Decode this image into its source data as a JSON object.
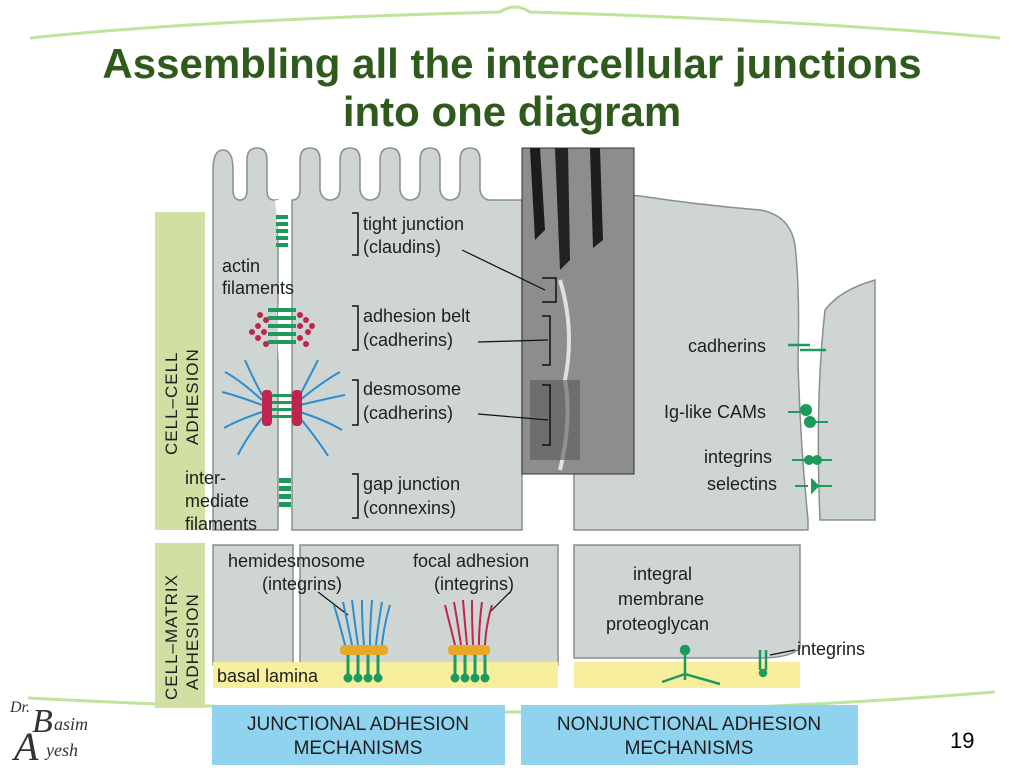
{
  "slide": {
    "title_line1": "Assembling all the intercellular junctions",
    "title_line2": "into one diagram",
    "number": "19"
  },
  "side_labels": {
    "cell_cell_1": "CELL–CELL",
    "cell_cell_2": "ADHESION",
    "cell_matrix_1": "CELL–MATRIX",
    "cell_matrix_2": "ADHESION"
  },
  "left_labels": {
    "actin_1": "actin",
    "actin_2": "filaments",
    "inter_1": "inter-",
    "inter_2": "mediate",
    "inter_3": "filaments"
  },
  "junctions": {
    "tight_1": "tight junction",
    "tight_2": "(claudins)",
    "belt_1": "adhesion belt",
    "belt_2": "(cadherins)",
    "desmo_1": "desmosome",
    "desmo_2": "(cadherins)",
    "gap_1": "gap junction",
    "gap_2": "(connexins)"
  },
  "right_labels": {
    "cadherins": "cadherins",
    "ig_cams": "Ig-like CAMs",
    "integrins": "integrins",
    "selectins": "selectins"
  },
  "matrix_labels": {
    "hemi_1": "hemidesmosome",
    "hemi_2": "(integrins)",
    "focal_1": "focal adhesion",
    "focal_2": "(integrins)",
    "proteo_1": "integral",
    "proteo_2": "membrane",
    "proteo_3": "proteoglycan",
    "integrins2": "integrins",
    "basal": "basal lamina"
  },
  "mechanisms": {
    "junctional_1": "JUNCTIONAL ADHESION",
    "junctional_2": "MECHANISMS",
    "nonjunctional_1": "NONJUNCTIONAL ADHESION",
    "nonjunctional_2": "MECHANISMS"
  },
  "logo": {
    "dr": "Dr.",
    "b": "B",
    "asim": "asim",
    "a": "A",
    "yesh": "yesh"
  },
  "colors": {
    "title": "#2e5a1c",
    "cell": "#cfd5d3",
    "side_band": "#cfe0a2",
    "mech_box": "#8fd3ee",
    "basal": "#f8ef9e",
    "green": "#1d9a5c",
    "red": "#c0254e",
    "blue": "#2a8fd0"
  }
}
